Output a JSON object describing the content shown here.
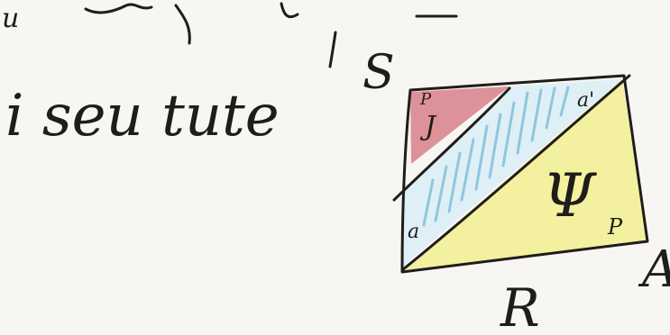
{
  "note": {
    "top_line_fragment": "u",
    "left_text": "i seu tute"
  },
  "diagram": {
    "corner_top_left": "S",
    "corner_bottom": "R",
    "corner_right": "A",
    "red_region_label": "P",
    "red_region_symbol": "J",
    "top_right_label": "a'",
    "bottom_left_label": "a",
    "yellow_region_symbol": "Ψ",
    "yellow_region_subscript": "P"
  },
  "colors": {
    "ink": "#1f1d1a",
    "paper": "#f7f6f3",
    "red_fill": "#d9878f",
    "blue_hatch": "#8fc6dd",
    "yellow_fill": "#f2ee8f"
  }
}
